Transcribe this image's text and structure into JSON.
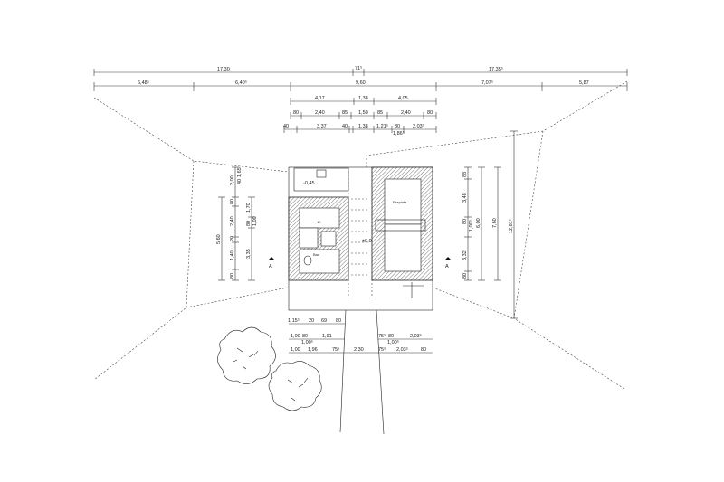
{
  "drawing": {
    "top_dims": [
      "17,30",
      "71⁵",
      "17,35⁵"
    ],
    "row2_dims": [
      "6,48⁵",
      "6,40⁵",
      "9,60",
      "7,07⁵",
      "5,87"
    ],
    "row3_dims": [
      "4,17",
      "1,38",
      "4,05"
    ],
    "row4_dims": [
      "80",
      "2,40",
      "85",
      "1,50",
      "85",
      "2,40",
      "80"
    ],
    "row5_dims": [
      "40",
      "3,37",
      "40",
      "1,38",
      "1,21⁵",
      "80",
      "2,03⁵",
      "1,86⁵"
    ],
    "left_dims": [
      "5,60",
      "2,00",
      "80",
      "2,40",
      "20",
      "1,40",
      "80",
      "40",
      "1,65",
      "1,70",
      "80",
      "1,00",
      "3,35"
    ],
    "right_dims": [
      "88",
      "3,48",
      "80",
      "1,00⁵",
      "3,32",
      "80",
      "6,00",
      "7,60",
      "12,61⁵"
    ],
    "bottom_row1": [
      "1,15⁵",
      "20",
      "69",
      "80"
    ],
    "bottom_row2": [
      "1,00",
      "80",
      "1,00⁵",
      "1,91",
      "75⁵",
      "80",
      "1,00⁵",
      "2,03⁵"
    ],
    "bottom_row3": [
      "1,00",
      "1,96",
      "75⁵",
      "2,30",
      "75⁵",
      "2,03⁵",
      "80"
    ],
    "levels": [
      "-0,45",
      "±0,00"
    ],
    "rooms": [
      "Bad",
      "Essplatz",
      "Zi"
    ],
    "section_marks": [
      "A",
      "A"
    ]
  }
}
